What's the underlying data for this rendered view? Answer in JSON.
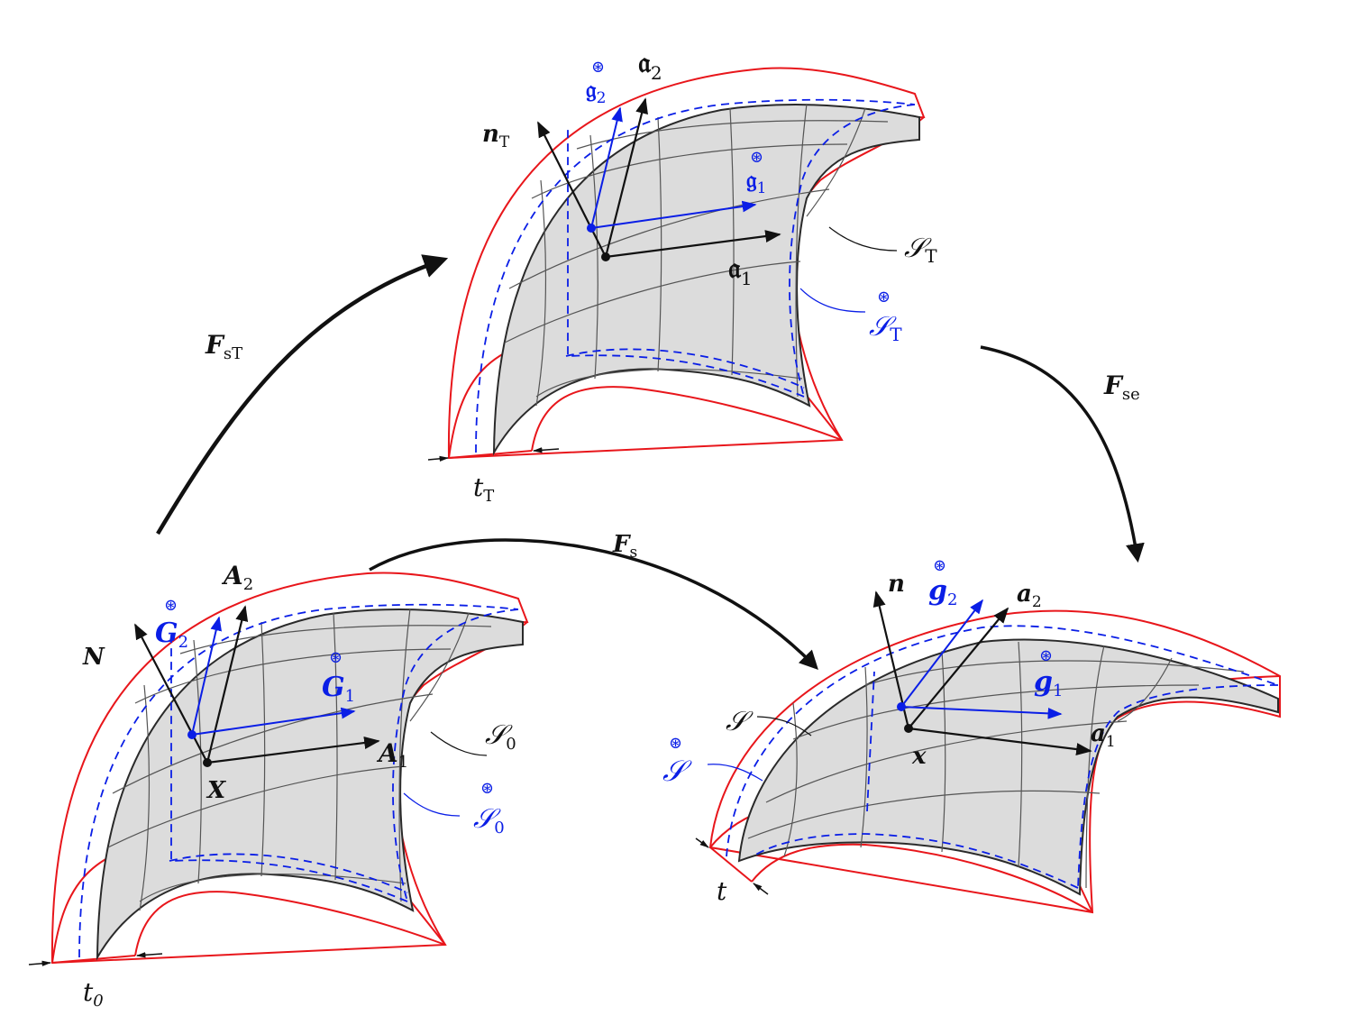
{
  "colors": {
    "shell_outline": "#e8161b",
    "mid_surface": "#2a2a2a",
    "surface_fill": "#dcdcdc",
    "grid": "#555555",
    "blue": "#0a1ee6",
    "black": "#111111"
  },
  "maps": {
    "F_sT": {
      "sym": "F",
      "sub": "sT"
    },
    "F_se": {
      "sym": "F",
      "sub": "se"
    },
    "F_s": {
      "sym": "F",
      "sub": "s"
    }
  },
  "reference": {
    "N": "N",
    "A1": {
      "sym": "A",
      "sub": "1"
    },
    "A2": {
      "sym": "A",
      "sub": "2"
    },
    "G1": {
      "star": "⊛",
      "sym": "G",
      "sub": "1"
    },
    "G2": {
      "star": "⊛",
      "sym": "G",
      "sub": "2"
    },
    "X": "X",
    "S0": {
      "sym": "𝒮",
      "sub": "0"
    },
    "S0_star": {
      "star": "⊛",
      "sym": "𝒮",
      "sub": "0"
    },
    "t0": {
      "sym": "t",
      "sub": "0"
    }
  },
  "intermediate": {
    "nT": {
      "sym": "n",
      "sub": "T"
    },
    "a1": {
      "sym": "𝔞",
      "sub": "1"
    },
    "a2": {
      "sym": "𝔞",
      "sub": "2"
    },
    "g1": {
      "star": "⊛",
      "sym": "𝔤",
      "sub": "1"
    },
    "g2": {
      "star": "⊛",
      "sym": "𝔤",
      "sub": "2"
    },
    "ST": {
      "sym": "𝒮",
      "sub": "T"
    },
    "ST_star": {
      "star": "⊛",
      "sym": "𝒮",
      "sub": "T"
    },
    "tT": {
      "sym": "t",
      "sub": "T"
    }
  },
  "current": {
    "n": "n",
    "a1": {
      "sym": "a",
      "sub": "1"
    },
    "a2": {
      "sym": "a",
      "sub": "2"
    },
    "g1": {
      "star": "⊛",
      "sym": "g",
      "sub": "1"
    },
    "g2": {
      "star": "⊛",
      "sym": "g",
      "sub": "2"
    },
    "x": "x",
    "S": "𝒮",
    "S_star": {
      "star": "⊛",
      "sym": "𝒮"
    },
    "t": "t"
  }
}
